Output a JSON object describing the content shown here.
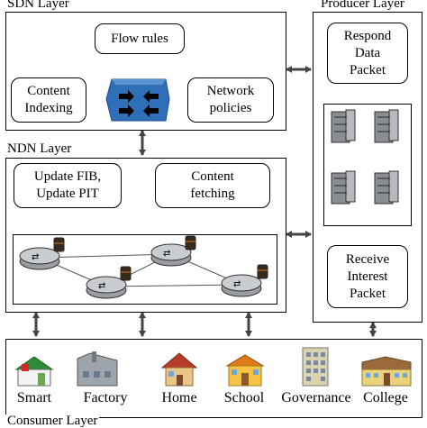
{
  "layers": {
    "sdn": "SDN Layer",
    "producer": "Producer Layer",
    "ndn": "NDN Layer",
    "consumer": "Consumer Layer"
  },
  "sdn": {
    "flow_rules": "Flow rules",
    "content_indexing": "Content\nIndexing",
    "network_policies": "Network\npolicies"
  },
  "producer": {
    "respond": "Respond\nData\nPacket",
    "receive": "Receive\nInterest\nPacket"
  },
  "ndn": {
    "update": "Update FIB,\nUpdate PIT",
    "content_fetching": "Content\nfetching"
  },
  "consumers": [
    "Smart",
    "Factory",
    "Home",
    "School",
    "Governance",
    "College"
  ],
  "icons": {
    "controller": "sdn-controller-icon",
    "router": "router-icon",
    "server": "server-icon",
    "storage": "storage-icon"
  },
  "colors": {
    "controller": "#2f6fb8",
    "arrow": "#444444"
  }
}
